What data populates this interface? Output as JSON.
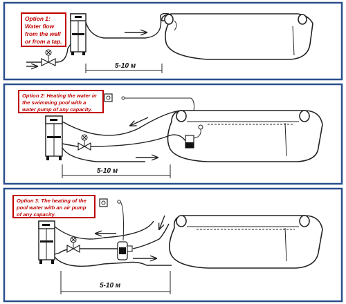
{
  "options": [
    {
      "label": "Option 1: Water flow from the well or from a tap.",
      "distance": "5-10 м"
    },
    {
      "label": "Option 2: Heating the water in the swimming pool with a water pump of any capacity.",
      "distance": "5-10 м"
    },
    {
      "label": "Option 3: The heating of the pool water with an air pump of any capacity.",
      "distance": "5-10 м"
    }
  ],
  "colors": {
    "border": "#2a4f8e",
    "label": "#c00000",
    "line": "#222222"
  }
}
